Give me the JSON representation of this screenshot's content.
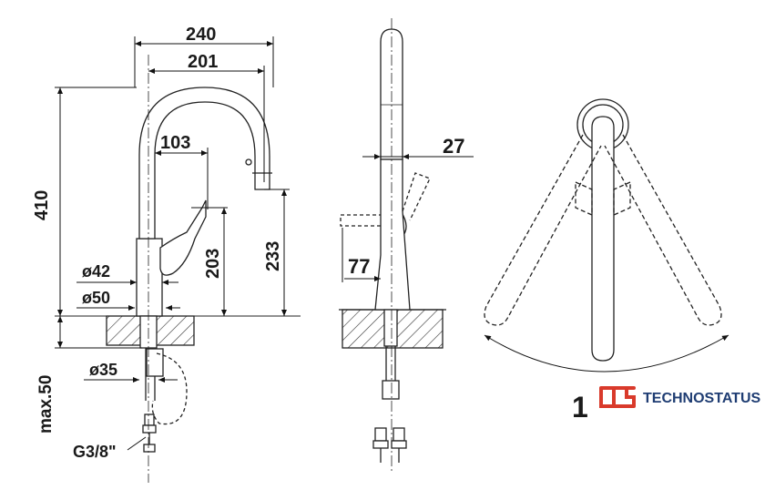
{
  "dimensions": {
    "overall_width": "240",
    "reach": "201",
    "offset": "103",
    "height": "410",
    "handle_height": "203",
    "spout_clearance": "233",
    "diameter_top": "ø42",
    "diameter_base": "ø50",
    "diameter_shank": "ø35",
    "max_thickness": "max.50",
    "connection": "G3/8\"",
    "handle_depth": "27",
    "side_offset": "77",
    "swivel_angle_partial": "1"
  },
  "brand": {
    "name": "TECHNOSTATUS",
    "logo_color": "#d93a2b",
    "text_color": "#1f3d73"
  }
}
